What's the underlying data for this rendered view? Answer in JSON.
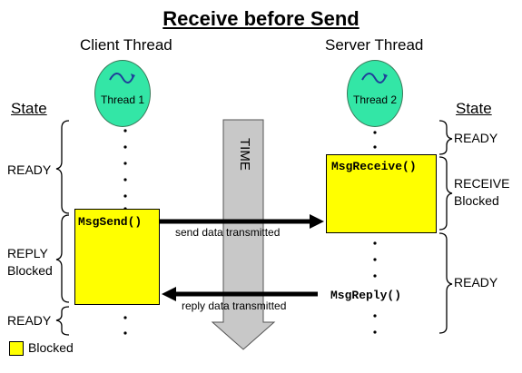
{
  "title": "Receive before Send",
  "client": {
    "title": "Client Thread",
    "thread_label": "Thread 1"
  },
  "server": {
    "title": "Server Thread",
    "thread_label": "Thread 2"
  },
  "state_header": "State",
  "client_states": {
    "ready_top": "READY",
    "reply_line1": "REPLY",
    "reply_line2": "Blocked",
    "ready_bottom": "READY"
  },
  "server_states": {
    "ready_top": "READY",
    "receive_line1": "RECEIVE",
    "receive_line2": "Blocked",
    "ready_bottom": "READY"
  },
  "time_label": "TIME",
  "calls": {
    "msg_send": "MsgSend()",
    "msg_receive": "MsgReceive()",
    "msg_reply": "MsgReply()"
  },
  "arrows": {
    "send": "send data transmitted",
    "reply": "reply data transmitted"
  },
  "legend": {
    "label": "Blocked"
  },
  "colors": {
    "blocked": "#ffff00",
    "thread": "#33e6a6",
    "time_arrow": "#c8c8c8"
  }
}
